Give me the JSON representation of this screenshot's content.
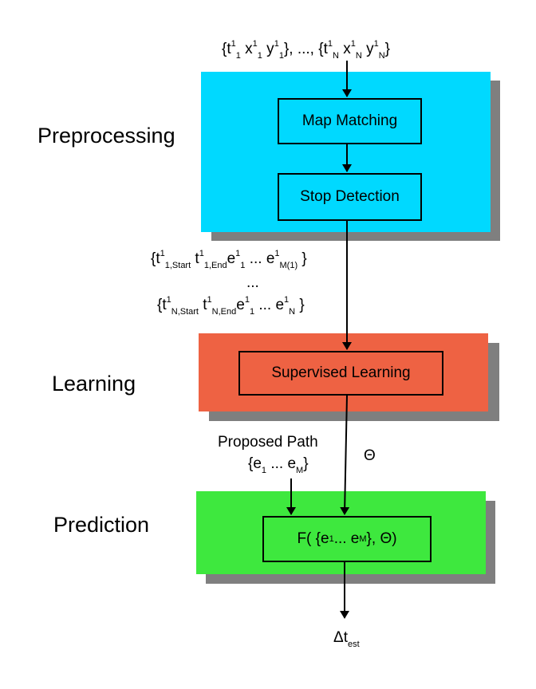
{
  "colors": {
    "preprocessing": "#00d9ff",
    "learning": "#ee6243",
    "prediction": "#3ee83e",
    "shadow": "#7f7f7f"
  },
  "stages": {
    "preprocessing": "Preprocessing",
    "learning": "Learning",
    "prediction": "Prediction"
  },
  "boxes": {
    "map_matching": "Map Matching",
    "stop_detection": "Stop Detection",
    "supervised_learning": "Supervised Learning"
  },
  "formula": {
    "open": "F( {e",
    "sub1": "1",
    "mid": " ... e",
    "subM": "M",
    "close": "}, Θ)"
  },
  "input": {
    "a": "{t",
    "a_sup": "1",
    "a_sub": "1",
    "b": " x",
    "b_sup": "1",
    "b_sub": "1",
    "c": " y",
    "c_sup": "1",
    "c_sub": "1",
    "d": "}, ..., {t",
    "d_sup": "1",
    "d_sub": "N",
    "e": " x",
    "e_sup": "1",
    "e_sub": "N",
    "f": " y",
    "f_sup": "1",
    "f_sub": "N",
    "g": "}"
  },
  "trips": {
    "line1": {
      "a": "{t",
      "a_sup": "1",
      "a_sub": "1,Start",
      "b": " t",
      "b_sup": "1",
      "b_sub": "1,End",
      "c": "e",
      "c_sup": "1",
      "c_sub": "1",
      "d": " ... e",
      "d_sup": "1",
      "d_sub": "M(1)",
      "e": " }"
    },
    "ellipsis": "...",
    "line2": {
      "a": "{t",
      "a_sup": "1",
      "a_sub": "N,Start",
      "b": " t",
      "b_sup": "1",
      "b_sub": "N,End",
      "c": "e",
      "c_sup": "1",
      "c_sub": "1",
      "d": " ... e",
      "d_sup": "1",
      "d_sub": "N",
      "e": " }"
    }
  },
  "proposed_path": {
    "title": "Proposed Path",
    "a": "{e",
    "a_sub": "1",
    "b": " ... e",
    "b_sub": "M",
    "c": "}"
  },
  "theta": "Θ",
  "output": {
    "a": "Δt",
    "a_sub": "est"
  }
}
